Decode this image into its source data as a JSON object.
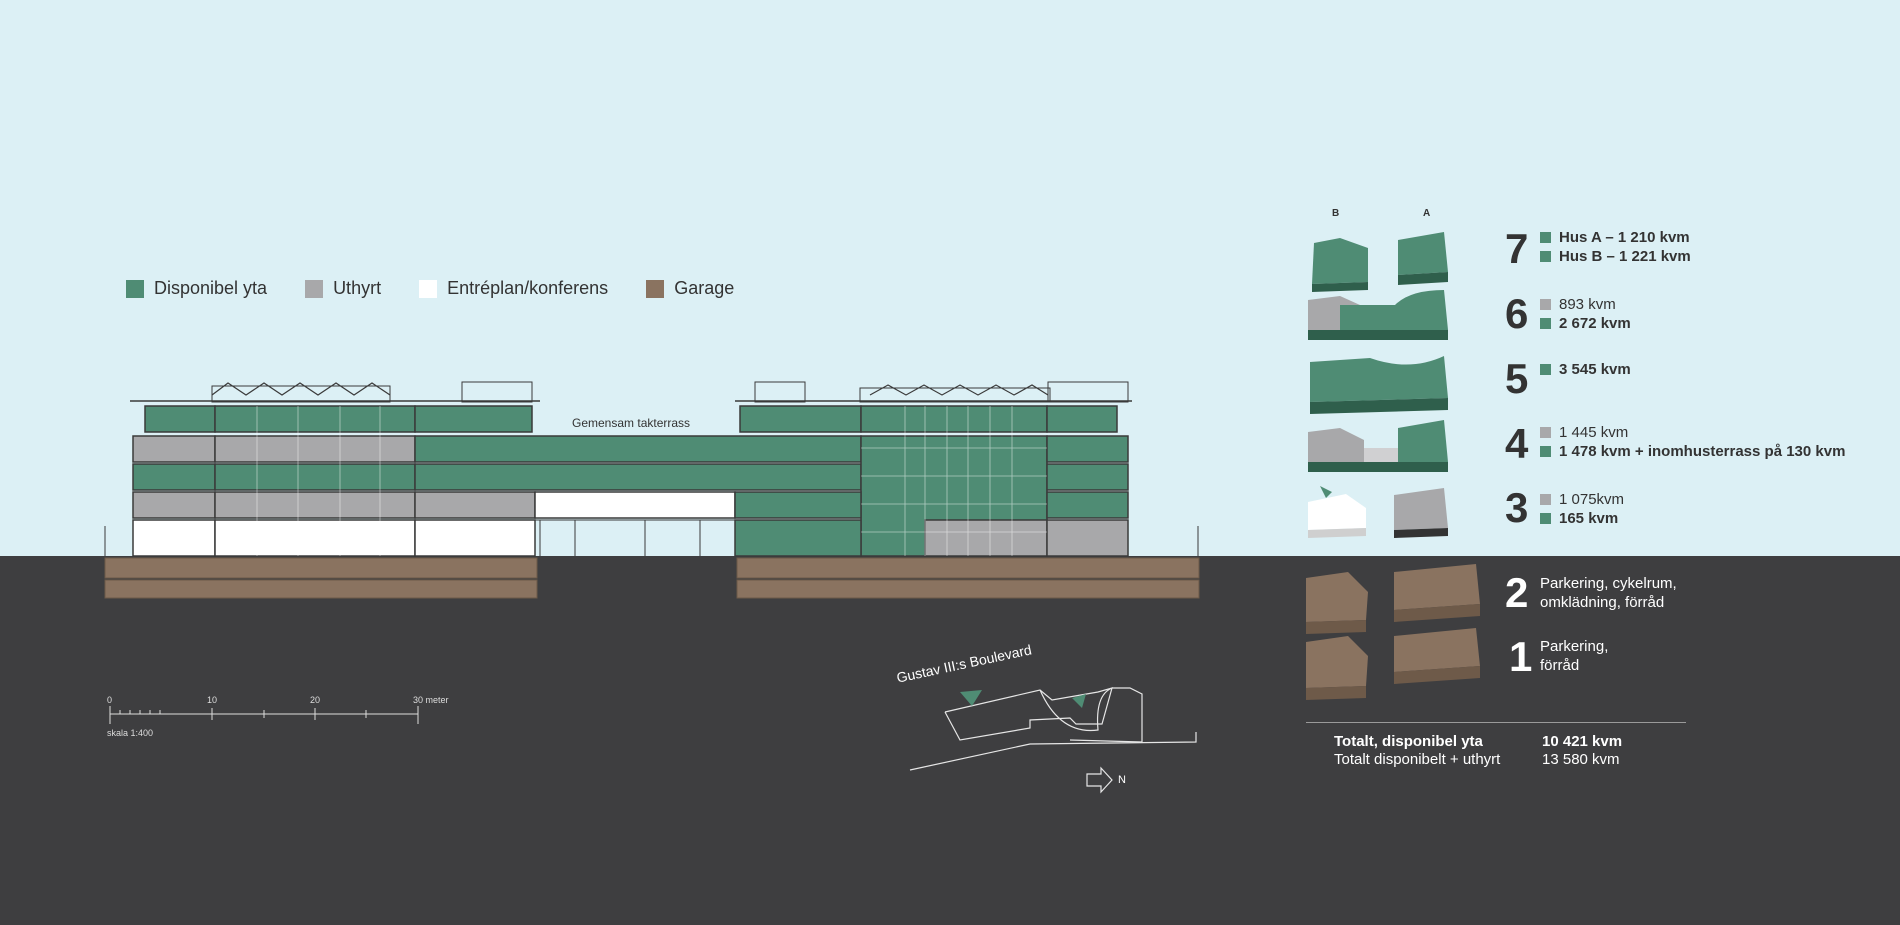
{
  "legend": [
    {
      "label": "Disponibel yta",
      "color": "#4f8c74"
    },
    {
      "label": "Uthyrt",
      "color": "#a8a8aa"
    },
    {
      "label": "Entréplan/konferens",
      "color": "#ffffff"
    },
    {
      "label": "Garage",
      "color": "#8a7360"
    }
  ],
  "section": {
    "terrace_label": "Gemensam takterrass"
  },
  "axo": {
    "label_b": "B",
    "label_a": "A"
  },
  "floors": [
    {
      "num": "7",
      "lines": [
        {
          "kind": "green",
          "text": "Hus A – 1 210 kvm",
          "bold": true
        },
        {
          "kind": "green",
          "text": "Hus B – 1 221 kvm",
          "bold": true
        }
      ]
    },
    {
      "num": "6",
      "lines": [
        {
          "kind": "grey",
          "text": "893 kvm",
          "bold": false
        },
        {
          "kind": "green",
          "text": "2 672 kvm",
          "bold": true
        }
      ]
    },
    {
      "num": "5",
      "lines": [
        {
          "kind": "green",
          "text": "3 545 kvm",
          "bold": true
        }
      ]
    },
    {
      "num": "4",
      "lines": [
        {
          "kind": "grey",
          "text": "1 445 kvm",
          "bold": false
        },
        {
          "kind": "green",
          "text": "1 478 kvm + inomhusterrass på 130 kvm",
          "bold": true
        }
      ]
    },
    {
      "num": "3",
      "lines": [
        {
          "kind": "grey",
          "text": "1 075kvm",
          "bold": false
        },
        {
          "kind": "green",
          "text": "165 kvm",
          "bold": true
        }
      ]
    },
    {
      "num": "2",
      "lines": [
        {
          "kind": "none",
          "text": "Parkering, cykelrum,",
          "bold": false
        },
        {
          "kind": "none",
          "text": "omklädning, förråd",
          "bold": false
        }
      ]
    },
    {
      "num": "1",
      "lines": [
        {
          "kind": "none",
          "text": "Parkering,",
          "bold": false
        },
        {
          "kind": "none",
          "text": "förråd",
          "bold": false
        }
      ]
    }
  ],
  "totals": [
    {
      "label": "Totalt, disponibel yta",
      "value": "10 421 kvm",
      "bold": true
    },
    {
      "label": "Totalt disponibelt + uthyrt",
      "value": "13 580 kvm",
      "bold": false
    }
  ],
  "scale": {
    "ticks": [
      "0",
      "10",
      "20",
      "30 meter"
    ],
    "caption": "skala 1:400"
  },
  "site": {
    "street": "Gustav III:s Boulevard",
    "north": "N"
  },
  "colors": {
    "green": "#4f8c74",
    "green_dark": "#2f5f4c",
    "grey": "#a8a8aa",
    "brown": "#8a7360",
    "outline": "#3a3a3a"
  }
}
